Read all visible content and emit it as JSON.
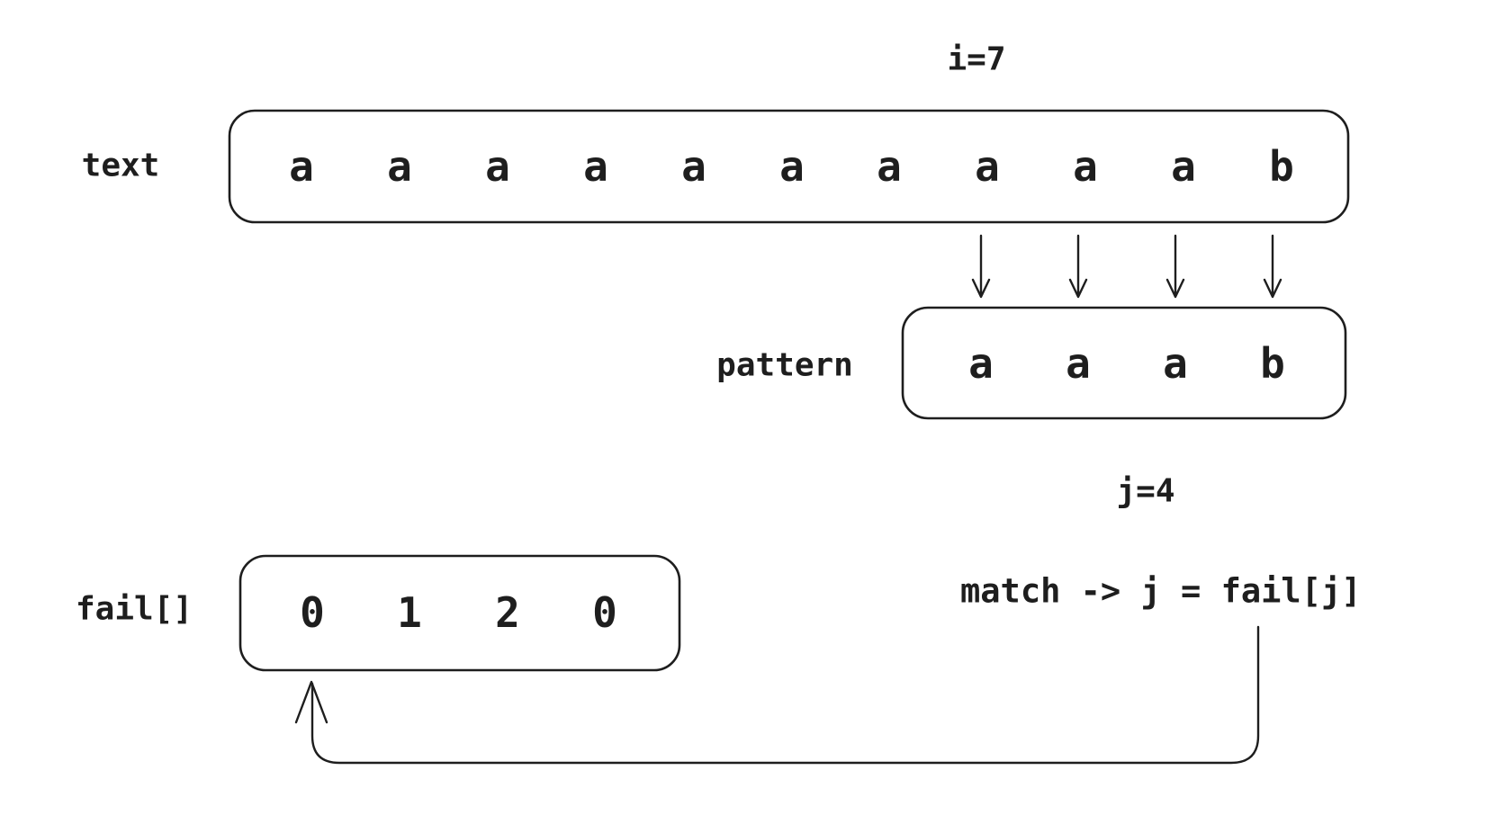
{
  "colors": {
    "ink": "#1e1e1e",
    "background": "#ffffff"
  },
  "annotations": {
    "i_index": "i=7",
    "j_index": "j=4",
    "match_rule": "match -> j = fail[j]"
  },
  "text_row": {
    "label": "text",
    "chars": [
      "a",
      "a",
      "a",
      "a",
      "a",
      "a",
      "a",
      "a",
      "a",
      "a",
      "b"
    ]
  },
  "pattern_row": {
    "label": "pattern",
    "chars": [
      "a",
      "a",
      "a",
      "b"
    ]
  },
  "fail_array": {
    "label": "fail[]",
    "values": [
      "0",
      "1",
      "2",
      "0"
    ]
  }
}
